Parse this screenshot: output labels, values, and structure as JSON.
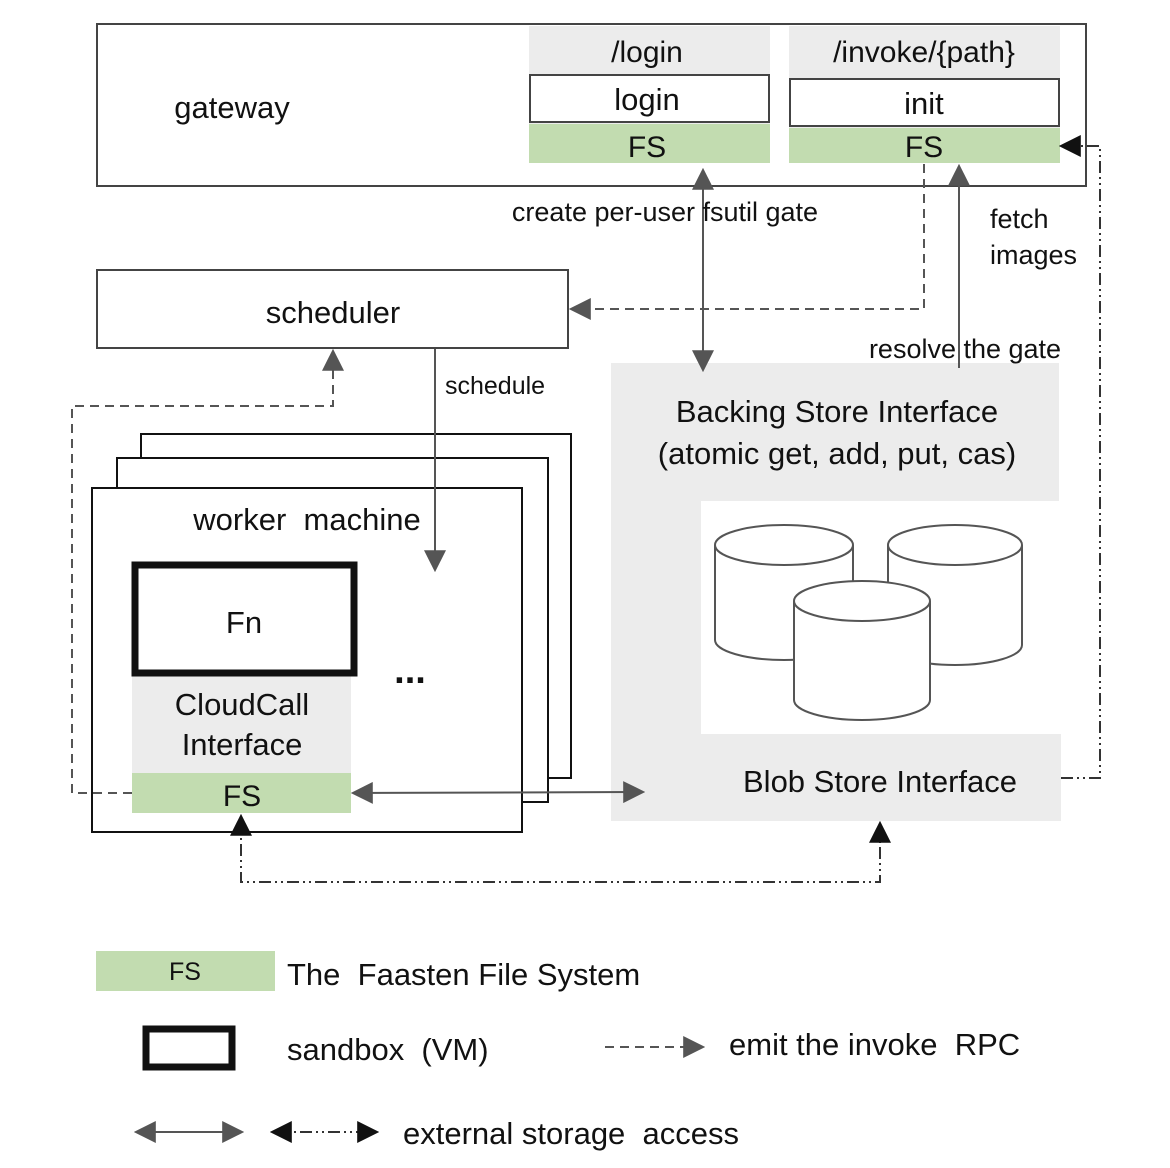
{
  "gateway": {
    "label": "gateway",
    "login_route": {
      "path": "/login",
      "handler": "login",
      "fs": "FS"
    },
    "invoke_route": {
      "path": "/invoke/{path}",
      "handler": "init",
      "fs": "FS"
    }
  },
  "scheduler": {
    "label": "scheduler"
  },
  "worker": {
    "label": "worker  machine",
    "fn_label": "Fn",
    "cloudcall_line1": "CloudCall",
    "cloudcall_line2": "Interface",
    "fs": "FS",
    "ellipsis": "..."
  },
  "backing_store": {
    "line1": "Backing Store Interface",
    "line2": "(atomic get, add, put, cas)"
  },
  "blob_store": {
    "label": "Blob Store Interface"
  },
  "edge_labels": {
    "create_gate": "create per-user fsutil gate",
    "fetch_line1": "fetch",
    "fetch_line2": "images",
    "resolve_gate": "resolve the gate",
    "schedule": "schedule"
  },
  "legend": {
    "fs_swatch": "FS",
    "fs_desc": "The  Faasten File System",
    "sandbox_desc": "sandbox  (VM)",
    "invoke_desc": "emit the invoke  RPC",
    "storage_desc": "external storage  access"
  },
  "colors": {
    "fs_green": "#c2dcb0",
    "panel_gray": "#ececec",
    "line_gray": "#555555",
    "border": "#444444"
  }
}
